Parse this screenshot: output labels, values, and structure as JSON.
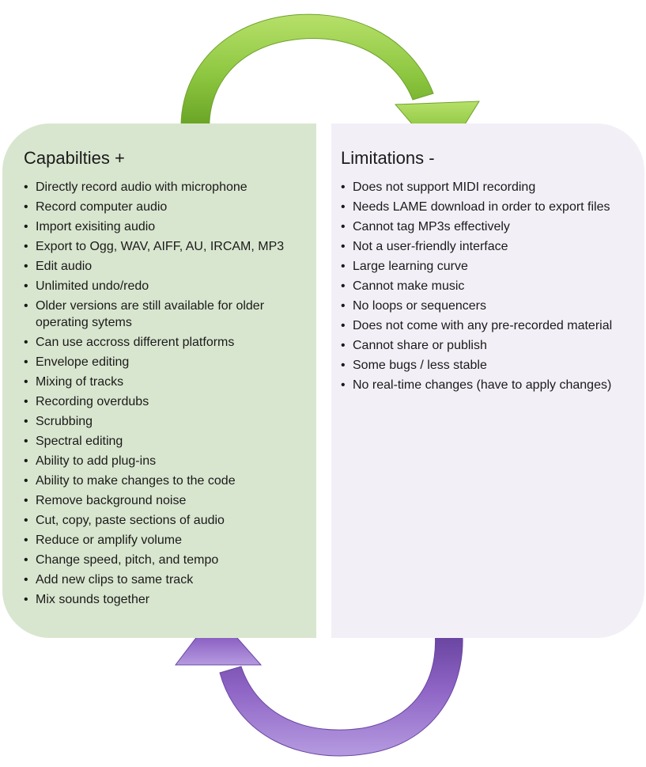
{
  "left_panel": {
    "title": "Capabilties +",
    "items": [
      "Directly record audio  with microphone",
      "Record computer audio",
      "Import exisiting audio",
      "Export to Ogg, WAV, AIFF, AU, IRCAM, MP3",
      "Edit audio",
      "Unlimited undo/redo",
      "Older versions are still available for older operating sytems",
      "Can use accross different platforms",
      "Envelope editing",
      "Mixing of tracks",
      "Recording overdubs",
      "Scrubbing",
      "Spectral editing",
      "Ability to add plug-ins",
      "Ability to make changes to the code",
      "Remove background noise",
      "Cut, copy, paste sections of audio",
      "Reduce or amplify volume",
      "Change speed, pitch, and tempo",
      "Add new clips to same track",
      "Mix sounds together"
    ]
  },
  "right_panel": {
    "title": "Limitations -",
    "items": [
      "Does not support MIDI recording",
      "Needs LAME download in order to export files",
      "Cannot tag MP3s effectively",
      "Not a user-friendly interface",
      "Large learning curve",
      "Cannot make music",
      "No loops or sequencers",
      "Does not come with any pre-recorded material",
      "Cannot share or publish",
      "Some bugs / less stable",
      "No real-time changes (have to apply changes)"
    ]
  },
  "colors": {
    "left_panel_fill": "#d9e6cf",
    "right_panel_fill": "#f3eff7",
    "top_arrow": "#8cc63f",
    "bottom_arrow": "#8d63c4"
  },
  "icons": {
    "top_arrow": "curved-arrow-right-icon",
    "bottom_arrow": "curved-arrow-left-icon"
  }
}
